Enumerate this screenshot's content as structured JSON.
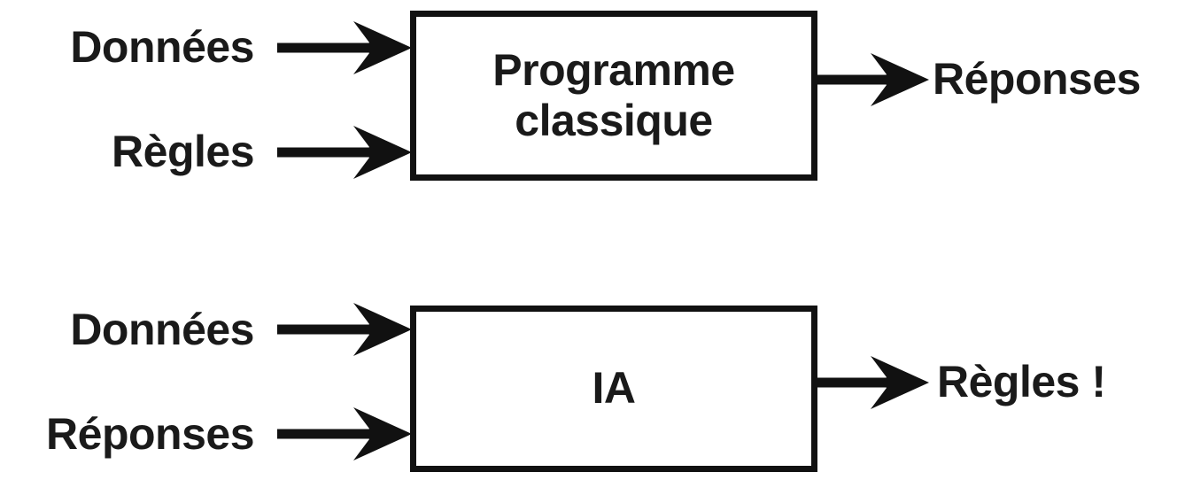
{
  "diagram": {
    "title_alt": "Programme classique vs IA",
    "background_color": "#ffffff",
    "ink_color": "#1a1a1a",
    "stroke_color": "#111111",
    "rows": [
      {
        "id": "classique",
        "inputs": [
          "Données",
          "Règles"
        ],
        "process": {
          "line1": "Programme",
          "line2": "classique"
        },
        "outputs": [
          "Réponses"
        ]
      },
      {
        "id": "ia",
        "inputs": [
          "Données",
          "Réponses"
        ],
        "process": {
          "line1": "IA",
          "line2": ""
        },
        "outputs": [
          "Règles !"
        ]
      }
    ]
  }
}
